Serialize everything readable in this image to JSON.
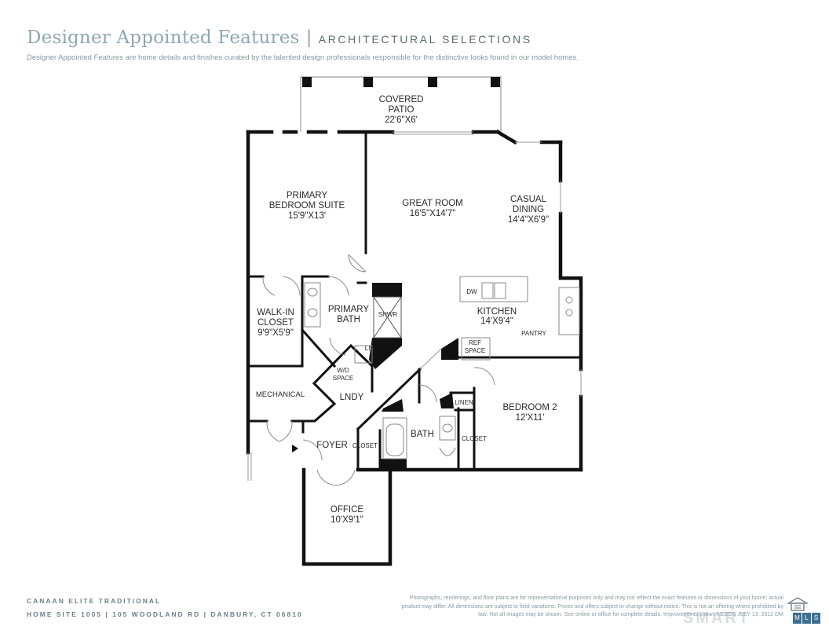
{
  "header": {
    "title": "Designer Appointed Features",
    "divider": "|",
    "subtitle": "ARCHITECTURAL SELECTIONS",
    "tagline": "Designer Appointed Features are home details and finishes curated by the talented design professionals responsible for the distinctive looks found in our model homes."
  },
  "rooms": {
    "patio": {
      "name1": "COVERED",
      "name2": "PATIO",
      "size": "22'6\"X6'"
    },
    "primary_bedroom": {
      "name1": "PRIMARY",
      "name2": "BEDROOM SUITE",
      "size": "15'9\"X13'"
    },
    "great_room": {
      "name": "GREAT ROOM",
      "size": "16'5\"X14'7\""
    },
    "casual_dining": {
      "name1": "CASUAL",
      "name2": "DINING",
      "size": "14'4\"X6'9\""
    },
    "walk_in_closet": {
      "name1": "WALK-IN",
      "name2": "CLOSET",
      "size": "9'9\"X5'9\""
    },
    "primary_bath": {
      "name1": "PRIMARY",
      "name2": "BATH"
    },
    "shower": {
      "name": "SHWR"
    },
    "linen_small": {
      "name": "LIN"
    },
    "kitchen": {
      "name": "KITCHEN",
      "size": "14'X9'4\""
    },
    "dw": {
      "name": "DW"
    },
    "pantry": {
      "name": "PANTRY"
    },
    "ref_space": {
      "name1": "REF",
      "name2": "SPACE"
    },
    "wd_space": {
      "name1": "W/D",
      "name2": "SPACE"
    },
    "laundry": {
      "name": "LNDY"
    },
    "mechanical": {
      "name": "MECHANICAL"
    },
    "bedroom2": {
      "name": "BEDROOM 2",
      "size": "12'X11'"
    },
    "linen": {
      "name": "LINEN"
    },
    "closet_bed2": {
      "name": "CLOSET"
    },
    "bath": {
      "name": "BATH"
    },
    "foyer": {
      "name": "FOYER"
    },
    "closet_foyer": {
      "name": "CLOSET"
    },
    "office": {
      "name": "OFFICE",
      "size": "10'X9'1\""
    }
  },
  "footer": {
    "model": "CANAAN ELITE TRADITIONAL",
    "address": "HOME SITE 1005  |  105 WOODLAND RD  |  DANBURY, CT 06810",
    "disclaimer": "Photographs, renderings, and floor plans are for representational purposes only and may not reflect the exact features or dimensions of your home; actual product may differ. All dimensions are subject to field variations. Prices and offers subject to change without notice. This is not an offering where prohibited by law. Not all images may be shown. See online or office for complete details. Improvements shown NEEDS JULY 13, 2012 DM",
    "mls_letters": [
      "M",
      "L",
      "S"
    ],
    "watermark": "SMART"
  },
  "colors": {
    "title": "#8fa7b4",
    "wall": "#111111",
    "text": "#2b2b2b",
    "mls": "#3d6f92"
  },
  "icons": [
    "entry-arrow-icon",
    "equal-housing-icon",
    "mls-logo-icon"
  ]
}
